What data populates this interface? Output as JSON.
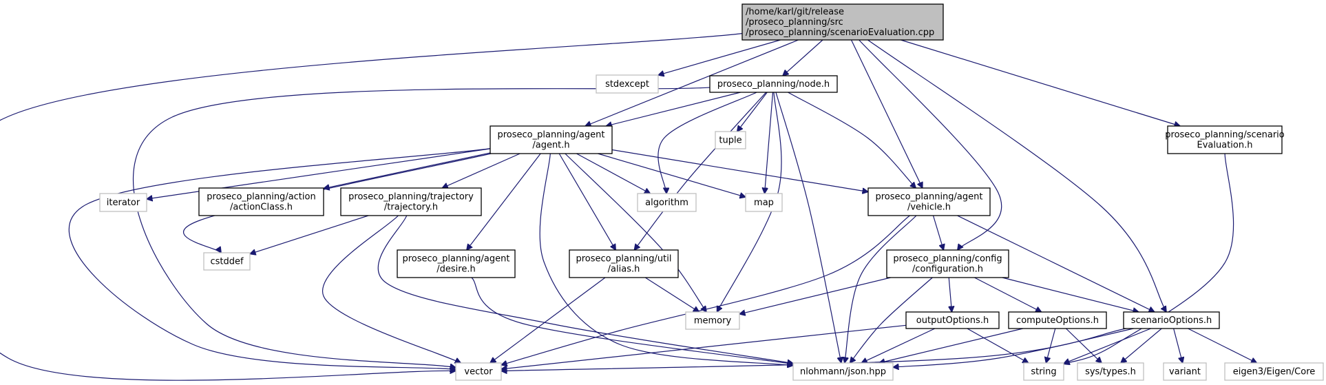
{
  "nodes": [
    {
      "id": "root",
      "kind": "root",
      "lines": [
        "/home/karl/git/release",
        "/proseco_planning/src",
        "/proseco_planning/scenarioEvaluation.cpp"
      ]
    },
    {
      "id": "stdexcept",
      "kind": "ext",
      "lines": [
        "stdexcept"
      ]
    },
    {
      "id": "node_h",
      "kind": "file",
      "lines": [
        "proseco_planning/node.h"
      ]
    },
    {
      "id": "scenarioEval_h",
      "kind": "file",
      "lines": [
        "proseco_planning/scenario",
        "Evaluation.h"
      ]
    },
    {
      "id": "agent_h",
      "kind": "file",
      "lines": [
        "proseco_planning/agent",
        "/agent.h"
      ]
    },
    {
      "id": "tuple",
      "kind": "ext",
      "lines": [
        "tuple"
      ]
    },
    {
      "id": "iterator",
      "kind": "ext",
      "lines": [
        "iterator"
      ]
    },
    {
      "id": "actionClass_h",
      "kind": "file",
      "lines": [
        "proseco_planning/action",
        "/actionClass.h"
      ]
    },
    {
      "id": "trajectory_h",
      "kind": "file",
      "lines": [
        "proseco_planning/trajectory",
        "/trajectory.h"
      ]
    },
    {
      "id": "algorithm",
      "kind": "ext",
      "lines": [
        "algorithm"
      ]
    },
    {
      "id": "map",
      "kind": "ext",
      "lines": [
        "map"
      ]
    },
    {
      "id": "vehicle_h",
      "kind": "file",
      "lines": [
        "proseco_planning/agent",
        "/vehicle.h"
      ]
    },
    {
      "id": "cstddef",
      "kind": "ext",
      "lines": [
        "cstddef"
      ]
    },
    {
      "id": "desire_h",
      "kind": "file",
      "lines": [
        "proseco_planning/agent",
        "/desire.h"
      ]
    },
    {
      "id": "alias_h",
      "kind": "file",
      "lines": [
        "proseco_planning/util",
        "/alias.h"
      ]
    },
    {
      "id": "configuration_h",
      "kind": "file",
      "lines": [
        "proseco_planning/config",
        "/configuration.h"
      ]
    },
    {
      "id": "memory",
      "kind": "ext",
      "lines": [
        "memory"
      ]
    },
    {
      "id": "outputOptions_h",
      "kind": "file",
      "lines": [
        "outputOptions.h"
      ]
    },
    {
      "id": "computeOptions_h",
      "kind": "file",
      "lines": [
        "computeOptions.h"
      ]
    },
    {
      "id": "scenarioOptions_h",
      "kind": "file",
      "lines": [
        "scenarioOptions.h"
      ]
    },
    {
      "id": "vector",
      "kind": "ext",
      "lines": [
        "vector"
      ]
    },
    {
      "id": "json",
      "kind": "ext",
      "lines": [
        "nlohmann/json.hpp"
      ]
    },
    {
      "id": "string",
      "kind": "ext",
      "lines": [
        "string"
      ]
    },
    {
      "id": "systypes",
      "kind": "ext",
      "lines": [
        "sys/types.h"
      ]
    },
    {
      "id": "variant",
      "kind": "ext",
      "lines": [
        "variant"
      ]
    },
    {
      "id": "eigen",
      "kind": "ext",
      "lines": [
        "eigen3/Eigen/Core"
      ]
    }
  ],
  "edges": [
    [
      "root",
      "vector"
    ],
    [
      "root",
      "stdexcept"
    ],
    [
      "root",
      "agent_h"
    ],
    [
      "root",
      "node_h"
    ],
    [
      "root",
      "vehicle_h"
    ],
    [
      "root",
      "configuration_h"
    ],
    [
      "root",
      "scenarioOptions_h"
    ],
    [
      "root",
      "scenarioEval_h"
    ],
    [
      "node_h",
      "agent_h"
    ],
    [
      "node_h",
      "vector"
    ],
    [
      "node_h",
      "algorithm"
    ],
    [
      "node_h",
      "alias_h"
    ],
    [
      "node_h",
      "tuple"
    ],
    [
      "node_h",
      "map"
    ],
    [
      "node_h",
      "memory"
    ],
    [
      "node_h",
      "json"
    ],
    [
      "node_h",
      "vehicle_h"
    ],
    [
      "agent_h",
      "vector"
    ],
    [
      "agent_h",
      "iterator"
    ],
    [
      "agent_h",
      "cstddef"
    ],
    [
      "agent_h",
      "actionClass_h"
    ],
    [
      "agent_h",
      "trajectory_h"
    ],
    [
      "agent_h",
      "desire_h"
    ],
    [
      "agent_h",
      "alias_h"
    ],
    [
      "agent_h",
      "algorithm"
    ],
    [
      "agent_h",
      "map"
    ],
    [
      "agent_h",
      "memory"
    ],
    [
      "agent_h",
      "json"
    ],
    [
      "agent_h",
      "vehicle_h"
    ],
    [
      "scenarioEval_h",
      "string"
    ],
    [
      "trajectory_h",
      "cstddef"
    ],
    [
      "trajectory_h",
      "vector"
    ],
    [
      "trajectory_h",
      "json"
    ],
    [
      "desire_h",
      "json"
    ],
    [
      "alias_h",
      "memory"
    ],
    [
      "alias_h",
      "vector"
    ],
    [
      "vehicle_h",
      "vector"
    ],
    [
      "vehicle_h",
      "json"
    ],
    [
      "vehicle_h",
      "configuration_h"
    ],
    [
      "vehicle_h",
      "scenarioOptions_h"
    ],
    [
      "configuration_h",
      "memory"
    ],
    [
      "configuration_h",
      "json"
    ],
    [
      "configuration_h",
      "outputOptions_h"
    ],
    [
      "configuration_h",
      "computeOptions_h"
    ],
    [
      "configuration_h",
      "scenarioOptions_h"
    ],
    [
      "outputOptions_h",
      "vector"
    ],
    [
      "outputOptions_h",
      "json"
    ],
    [
      "outputOptions_h",
      "string"
    ],
    [
      "computeOptions_h",
      "json"
    ],
    [
      "computeOptions_h",
      "string"
    ],
    [
      "computeOptions_h",
      "systypes"
    ],
    [
      "scenarioOptions_h",
      "vector"
    ],
    [
      "scenarioOptions_h",
      "json"
    ],
    [
      "scenarioOptions_h",
      "string"
    ],
    [
      "scenarioOptions_h",
      "systypes"
    ],
    [
      "scenarioOptions_h",
      "variant"
    ],
    [
      "scenarioOptions_h",
      "eigen"
    ]
  ]
}
